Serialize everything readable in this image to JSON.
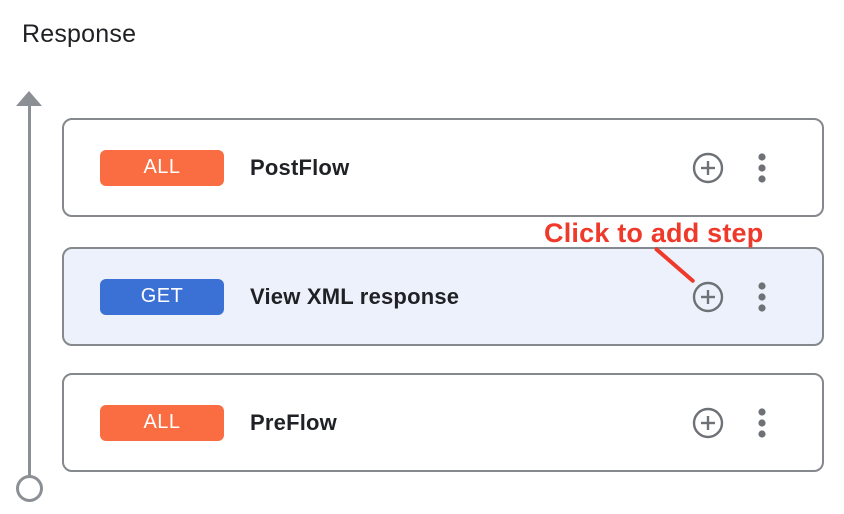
{
  "header": {
    "title": "Response"
  },
  "annotation": {
    "label": "Click to add step",
    "color": "#ee392b"
  },
  "timeline": {
    "direction": "up",
    "color": "#8c9095"
  },
  "flow_cards": [
    {
      "method": "ALL",
      "label": "PostFlow",
      "method_color": "#fa6c41",
      "highlighted": false
    },
    {
      "method": "GET",
      "label": "View XML response",
      "method_color": "#3b70d5",
      "highlighted": true
    },
    {
      "method": "ALL",
      "label": "PreFlow",
      "method_color": "#fa6c41",
      "highlighted": false
    }
  ],
  "icons": {
    "add_step": "plus-circle",
    "more_options": "kebab-menu"
  },
  "colors": {
    "card_border": "#85888c",
    "highlighted_card_bg": "#edf1fb",
    "icon_gray": "#6e7276",
    "title_text": "#202124",
    "card_text": "#1f2125"
  }
}
